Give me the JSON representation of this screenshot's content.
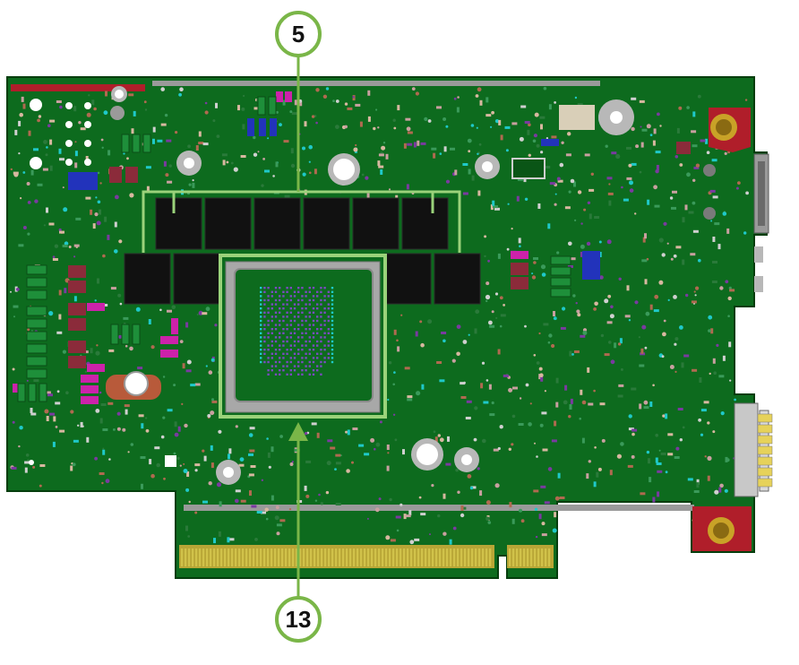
{
  "colors": {
    "board": "#0d6b1e",
    "board_dark": "#0a5516",
    "callout": "#7ab648",
    "highlight": "#9ad27a",
    "memory_chip": "#111111",
    "heatsink_frame": "#a8a8a8",
    "mount_pad": "#b01e2a",
    "gold": "#c9a227",
    "connector_gold": "#d1c24a"
  },
  "callouts": [
    {
      "number": "5",
      "target": "memory-modules"
    },
    {
      "number": "13",
      "target": "processor-heatsink"
    }
  ],
  "icons": {
    "callout_marker": "circle-number-icon",
    "arrow": "arrow-up-icon"
  }
}
